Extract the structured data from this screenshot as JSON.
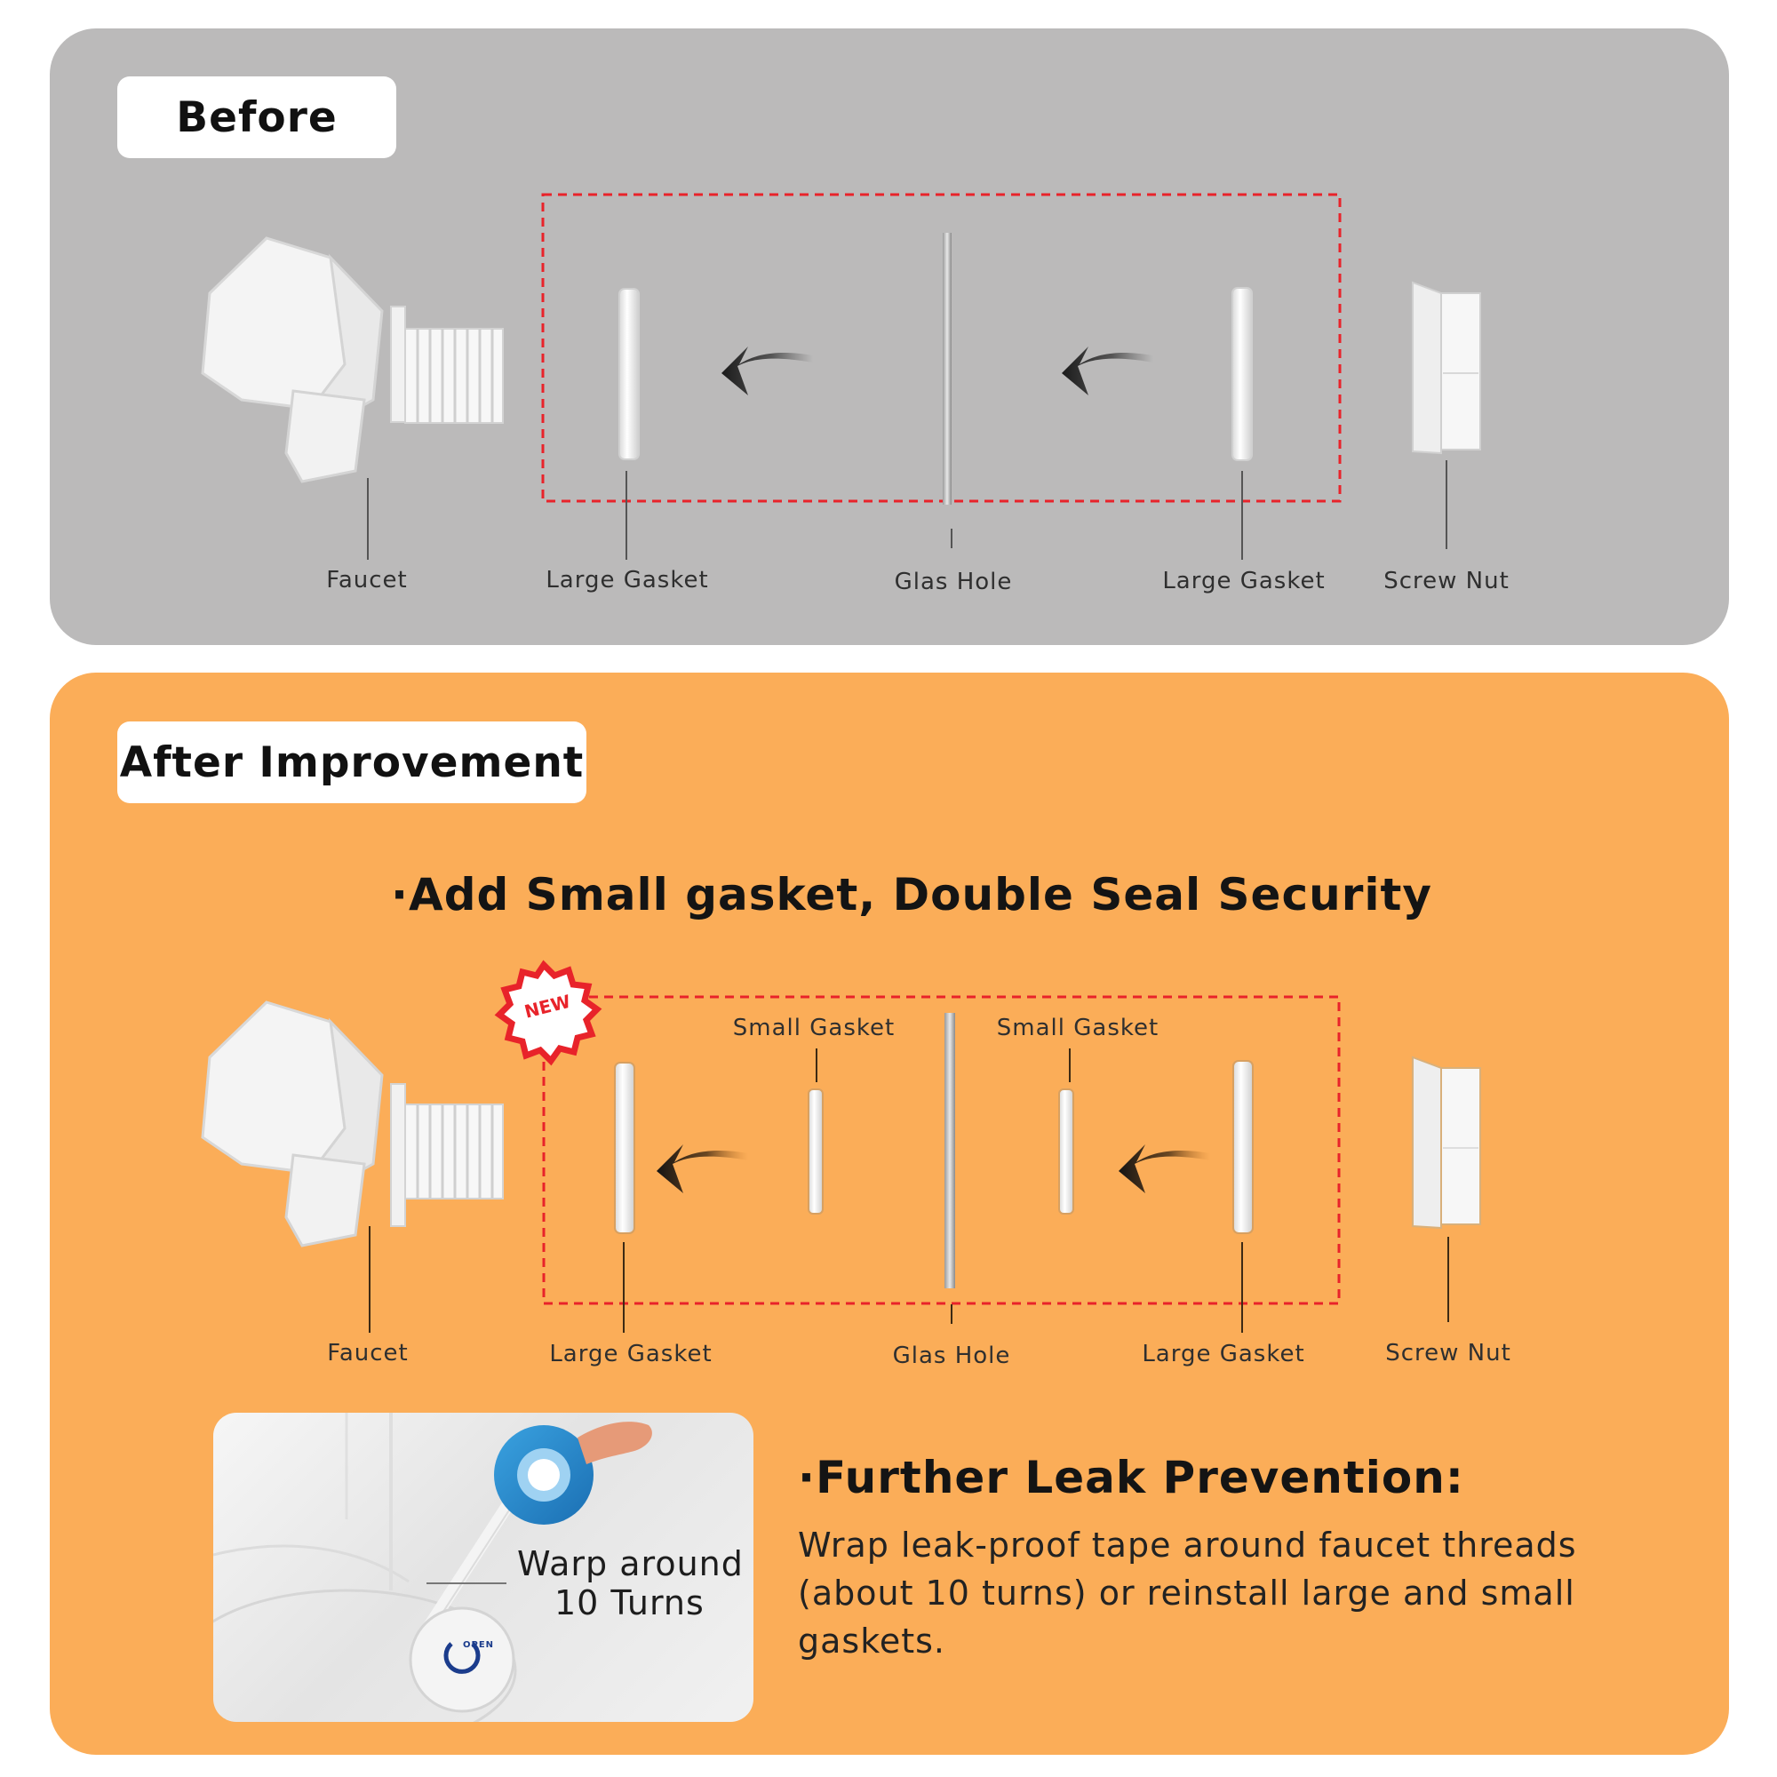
{
  "before": {
    "title": "Before",
    "labels": {
      "faucet": "Faucet",
      "large_gasket_left": "Large Gasket",
      "glas_hole": "Glas Hole",
      "large_gasket_right": "Large Gasket",
      "screw_nut": "Screw Nut"
    }
  },
  "after": {
    "title": "After Improvement",
    "headline": "·Add Small gasket, Double Seal Security",
    "badge": "NEW",
    "labels": {
      "small_gasket_left": "Small Gasket",
      "small_gasket_right": "Small Gasket",
      "faucet": "Faucet",
      "large_gasket_left": "Large Gasket",
      "glas_hole": "Glas Hole",
      "large_gasket_right": "Large Gasket",
      "screw_nut": "Screw Nut"
    },
    "photo_caption_line1": "Warp around",
    "photo_caption_line2": "10 Turns",
    "photo_tape_text": "OPEN",
    "leak_heading": "·Further Leak Prevention:",
    "leak_body": "Wrap leak-proof tape around faucet threads (about 10 turns) or reinstall large and small gaskets."
  },
  "colors": {
    "before_bg": "#bbbaba",
    "after_bg": "#fbad58",
    "dashed_border": "#e8232a",
    "badge_red": "#e8232a"
  }
}
